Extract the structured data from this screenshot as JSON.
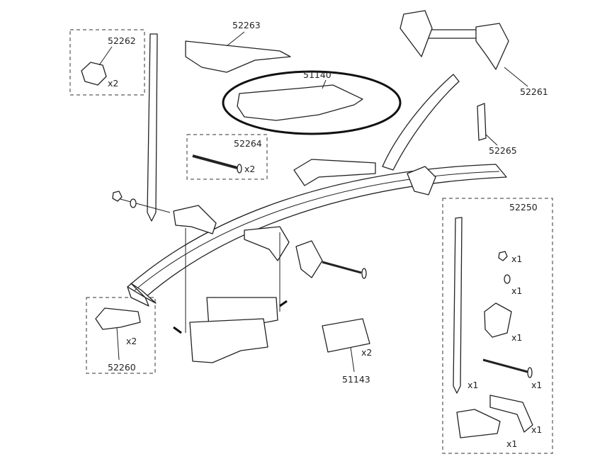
{
  "parts": {
    "p52262": {
      "number": "52262",
      "qty": "x2"
    },
    "p52263": {
      "number": "52263"
    },
    "p51140": {
      "number": "51140"
    },
    "p52261": {
      "number": "52261"
    },
    "p52264": {
      "number": "52264",
      "qty": "x2"
    },
    "p52265": {
      "number": "52265"
    },
    "p52260": {
      "number": "52260",
      "qty": "x2"
    },
    "p51143": {
      "number": "51143",
      "qty": "x2"
    },
    "p52250": {
      "number": "52250",
      "items": [
        {
          "name": "nut",
          "qty": "x1"
        },
        {
          "name": "washer",
          "qty": "x1"
        },
        {
          "name": "clamp-bracket",
          "qty": "x1"
        },
        {
          "name": "bolt",
          "qty": "x1"
        },
        {
          "name": "strap",
          "qty": "x1"
        },
        {
          "name": "end-cap",
          "qty": "x1"
        },
        {
          "name": "rail-clamp",
          "qty": "x1"
        }
      ]
    }
  }
}
